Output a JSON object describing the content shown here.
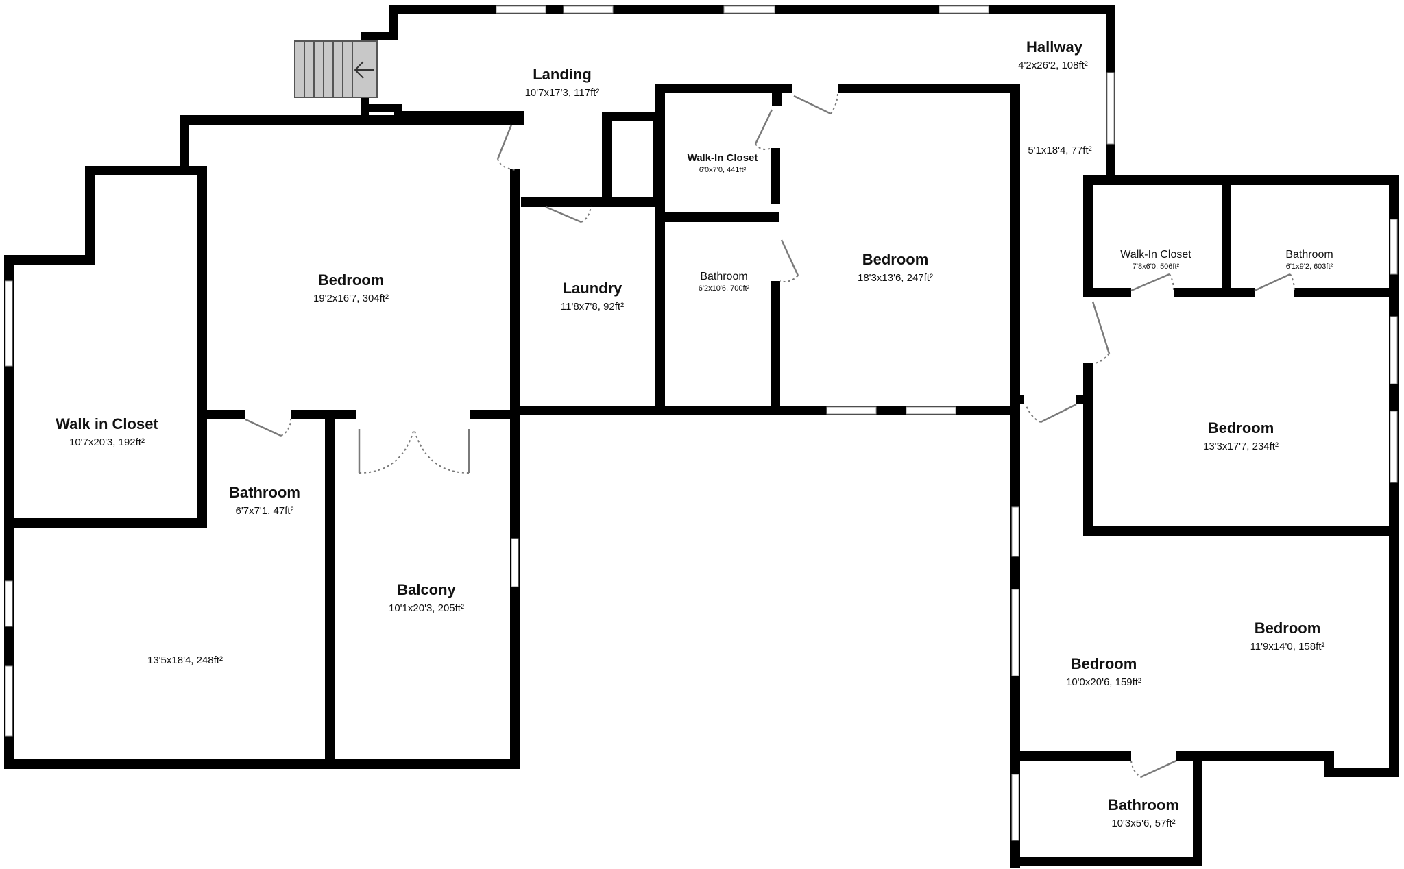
{
  "plan": {
    "rooms": [
      {
        "id": "landing",
        "name": "Landing",
        "dims": "10'7x17'3, 117ft²"
      },
      {
        "id": "hallway",
        "name": "Hallway",
        "dims": "4'2x26'2, 108ft²"
      },
      {
        "id": "hallway-lower",
        "name": "",
        "dims": "5'1x18'4, 77ft²"
      },
      {
        "id": "walk-in-closet-1",
        "name": "Walk-In Closet",
        "dims": "6'0x7'0, 441ft²"
      },
      {
        "id": "bathroom-1",
        "name": "Bathroom",
        "dims": "6'2x10'6, 700ft²"
      },
      {
        "id": "bedroom-1",
        "name": "Bedroom",
        "dims": "18'3x13'6, 247ft²"
      },
      {
        "id": "bedroom-2",
        "name": "Bedroom",
        "dims": "19'2x16'7, 304ft²"
      },
      {
        "id": "laundry",
        "name": "Laundry",
        "dims": "11'8x7'8, 92ft²"
      },
      {
        "id": "walk-in-closet-2",
        "name": "Walk in Closet",
        "dims": "10'7x20'3, 192ft²"
      },
      {
        "id": "bathroom-2",
        "name": "Bathroom",
        "dims": "6'7x7'1, 47ft²"
      },
      {
        "id": "unnamed-room",
        "name": "",
        "dims": "13'5x18'4, 248ft²"
      },
      {
        "id": "balcony",
        "name": "Balcony",
        "dims": "10'1x20'3, 205ft²"
      },
      {
        "id": "walk-in-closet-3",
        "name": "Walk-In Closet",
        "dims": "7'8x6'0, 506ft²"
      },
      {
        "id": "bathroom-3",
        "name": "Bathroom",
        "dims": "6'1x9'2, 603ft²"
      },
      {
        "id": "bedroom-3",
        "name": "Bedroom",
        "dims": "13'3x17'7, 234ft²"
      },
      {
        "id": "bedroom-4",
        "name": "Bedroom",
        "dims": "11'9x14'0, 158ft²"
      },
      {
        "id": "bedroom-5",
        "name": "Bedroom",
        "dims": "10'0x20'6, 159ft²"
      },
      {
        "id": "bathroom-4",
        "name": "Bathroom",
        "dims": "10'3x5'6, 57ft²"
      }
    ],
    "stair_icon": "arrow-left-icon"
  }
}
